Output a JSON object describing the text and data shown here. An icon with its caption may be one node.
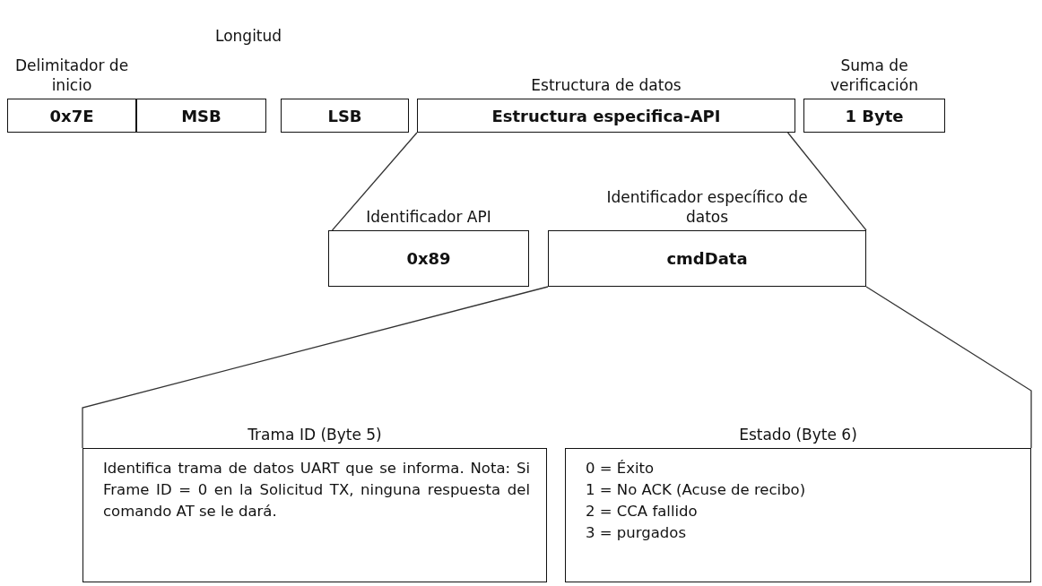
{
  "diagram": {
    "nodes": [
      {
        "text": [
          "Delimitador de inicio",
          "0x7E"
        ]
      },
      {
        "text": [
          "MSB"
        ]
      },
      {
        "text": [
          "LSB"
        ]
      },
      {
        "text": [
          "Estructura de datos",
          "Estructura especifica-API"
        ]
      },
      {
        "text": [
          "Suma de verificación",
          "1 Byte"
        ]
      },
      {
        "text": [
          "Identificador API",
          "0x89"
        ]
      },
      {
        "text": [
          "Identificador específico de datos",
          "cmdData"
        ]
      },
      {
        "text": [
          "Trama ID (Byte 5)",
          "Identifica trama de datos UART que se informa. Nota: Si Frame ID = 0 en la Solicitud TX, ninguna respuesta del comando AT se le dará."
        ]
      },
      {
        "text": [
          "Estado (Byte 6)",
          "0 = Éxito",
          "1 = No ACK (Acuse de recibo)",
          "2 = CCA fallido",
          "3 = purgados"
        ]
      }
    ],
    "edges": [
      {
        "from": 3,
        "to": 5,
        "arrow": "none"
      },
      {
        "from": 3,
        "to": 6,
        "arrow": "none"
      },
      {
        "from": 6,
        "to": 7,
        "arrow": "none"
      },
      {
        "from": 6,
        "to": 8,
        "arrow": "none"
      }
    ],
    "labels": [
      "Longitud"
    ]
  }
}
